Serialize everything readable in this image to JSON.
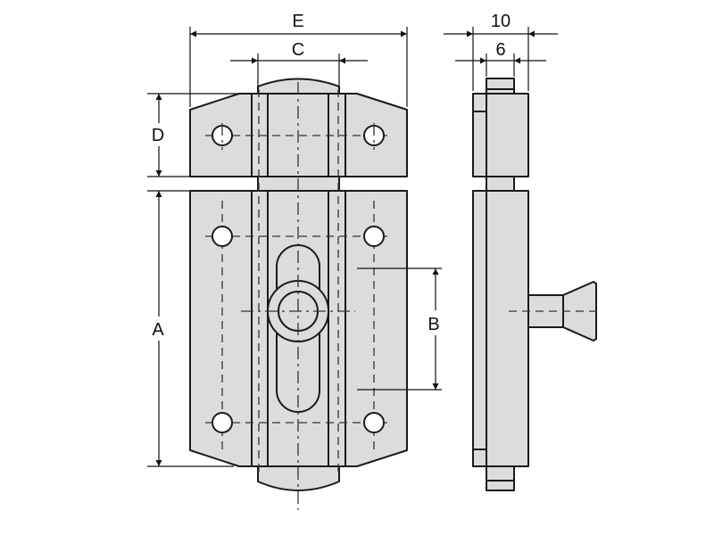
{
  "drawing": {
    "front_view": {
      "dimension_labels": {
        "E": "E",
        "C": "C",
        "D": "D",
        "A": "A",
        "B": "B"
      }
    },
    "side_view": {
      "dimension_labels": {
        "overall_depth": "10",
        "bolt_depth": "6"
      }
    },
    "colors": {
      "part_fill": "#dcdcdc",
      "line": "#1a1a1a",
      "background": "#ffffff"
    }
  }
}
